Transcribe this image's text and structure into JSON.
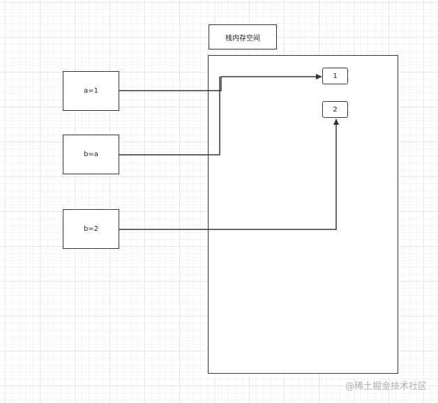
{
  "diagram": {
    "title": "栈内存空间",
    "variables": [
      {
        "id": "a",
        "label": "a=1"
      },
      {
        "id": "b1",
        "label": "b=a"
      },
      {
        "id": "b2",
        "label": "b=2"
      }
    ],
    "values": [
      {
        "id": "v1",
        "label": "1"
      },
      {
        "id": "v2",
        "label": "2"
      }
    ],
    "connections": [
      {
        "from": "a=1",
        "to": "1"
      },
      {
        "from": "b=a",
        "to": "1"
      },
      {
        "from": "b=2",
        "to": "2"
      }
    ]
  },
  "watermark": "@稀土掘金技术社区",
  "colors": {
    "stroke": "#333333",
    "grid": "#e6e6e6",
    "watermark": "#b0b0b0"
  }
}
